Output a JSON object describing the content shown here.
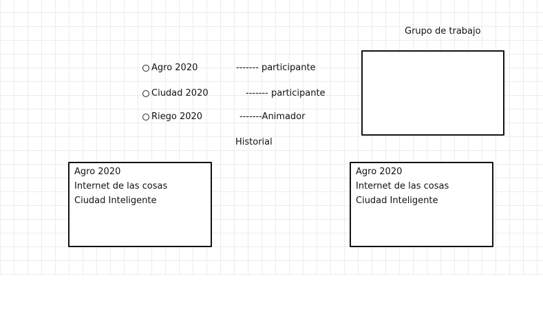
{
  "grupo": {
    "title": "Grupo de trabajo"
  },
  "projects": [
    {
      "name": "Agro 2020",
      "role": "------- participante"
    },
    {
      "name": "Ciudad 2020",
      "role": "------- participante"
    },
    {
      "name": "Riego 2020",
      "role": "-------Animador"
    }
  ],
  "historial": {
    "title": "Historial"
  },
  "list_left": [
    "Agro 2020",
    "Internet de las cosas",
    "Ciudad Inteligente"
  ],
  "list_right": [
    "Agro 2020",
    "Internet de las cosas",
    "Ciudad Inteligente"
  ]
}
